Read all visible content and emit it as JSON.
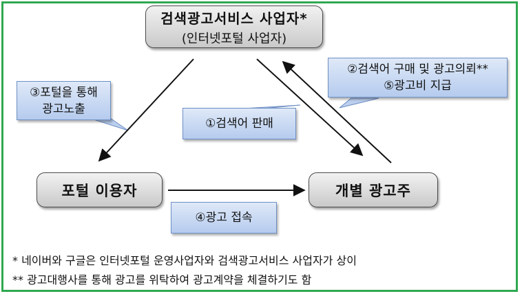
{
  "nodes": {
    "provider_title": "검색광고서비스 사업자*",
    "provider_subtitle": "(인터넷포털 사업자)",
    "user": "포털 이용자",
    "advertiser": "개별 광고주"
  },
  "callouts": {
    "c1": "①검색어 판매",
    "c2_line1": "②검색어 구매 및 광고의뢰**",
    "c2_line2": "⑤광고비 지급",
    "c3_line1": "③포털을 통해",
    "c3_line2": "광고노출",
    "c4": "④광고 접속"
  },
  "notes": {
    "note1": "* 네이버와 구글은 인터넷포털 운영사업자와 검색광고서비스 사업자가 상이",
    "note2": "** 광고대행사를 통해 광고를 위탁하여 광고계약을 체결하기도 함"
  },
  "colors": {
    "frame": "#2fa84f",
    "callout_fill": "#c6d7f2",
    "node_fill": "#dcdcdc"
  }
}
